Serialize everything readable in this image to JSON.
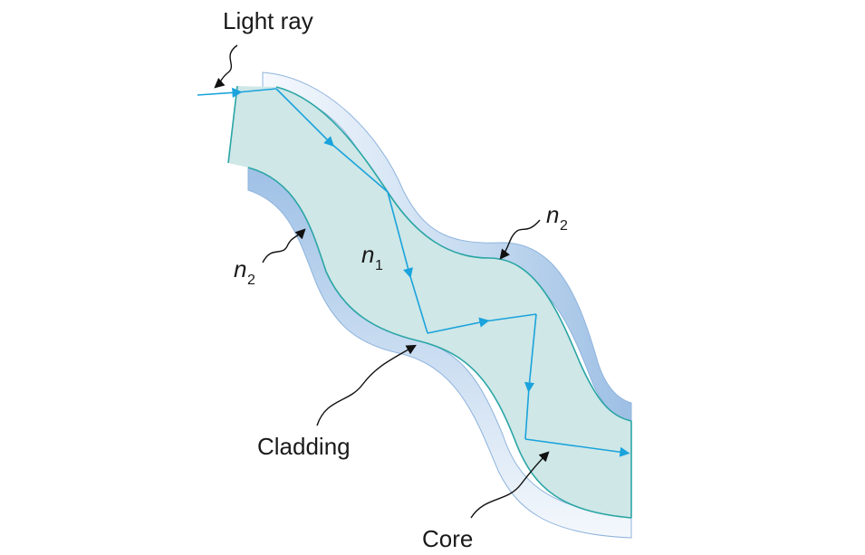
{
  "labels": {
    "light_ray": "Light ray",
    "cladding": "Cladding",
    "core": "Core",
    "n1_base": "n",
    "n1_sub": "1",
    "n2_base": "n",
    "n2_sub": "2"
  },
  "colors": {
    "core_fill": "#cfe7e7",
    "core_edge": "#2aa5a5",
    "cladding_light": "#f4f8fc",
    "cladding_dark": "#a9c7e8",
    "ray": "#1aa3dc",
    "arrow_line": "#111111"
  }
}
